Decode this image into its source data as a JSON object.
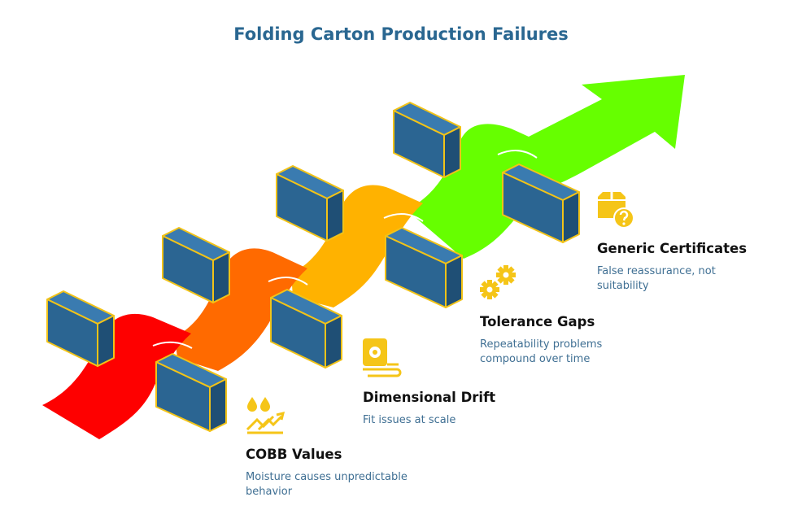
{
  "title": "Folding Carton Production Failures",
  "colors": {
    "title": "#2a6791",
    "block": "#2b6592",
    "block_outline": "#f2c318",
    "stage_1": "#fe0000",
    "stage_2": "#ff6a00",
    "stage_3": "#ffb200",
    "stage_4": "#66ff00",
    "icon": "#f5c518",
    "heading": "#111111",
    "description": "#3f6f93"
  },
  "items": [
    {
      "heading": "COBB Values",
      "description": "Moisture causes unpredictable behavior",
      "icon": "moisture-droplets-trend-icon"
    },
    {
      "heading": "Dimensional Drift",
      "description": "Fit issues at scale",
      "icon": "tape-measure-icon"
    },
    {
      "heading": "Tolerance Gaps",
      "description": "Repeatability problems compound over time",
      "icon": "gears-icon"
    },
    {
      "heading": "Generic Certificates",
      "description": "False reassurance, not suitability",
      "icon": "box-question-icon"
    }
  ]
}
